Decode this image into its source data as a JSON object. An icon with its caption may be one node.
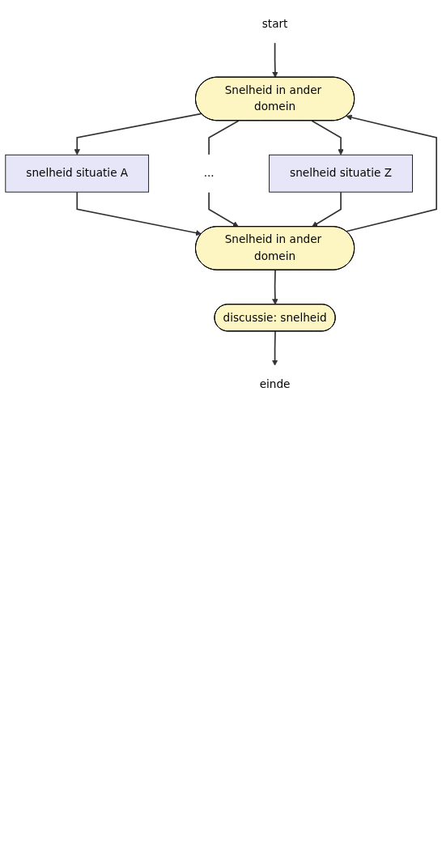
{
  "diagram": {
    "nodes": [
      {
        "text": [
          "start"
        ]
      },
      {
        "text": [
          "Snelheid in ander domein"
        ]
      },
      {
        "text": [
          "snelheid situatie A"
        ]
      },
      {
        "text": [
          "..."
        ]
      },
      {
        "text": [
          "snelheid situatie Z"
        ]
      },
      {
        "text": [
          "Snelheid in ander domein"
        ]
      },
      {
        "text": [
          "discussie: snelheid"
        ]
      },
      {
        "text": [
          "einde"
        ]
      }
    ],
    "edges": [
      {
        "from": 0,
        "to": 1,
        "arrow": "to"
      },
      {
        "from": 1,
        "to": 2,
        "arrow": "to"
      },
      {
        "from": 1,
        "to": 3,
        "arrow": "none"
      },
      {
        "from": 1,
        "to": 4,
        "arrow": "to"
      },
      {
        "from": 2,
        "to": 5,
        "arrow": "to"
      },
      {
        "from": 3,
        "to": 5,
        "arrow": "to"
      },
      {
        "from": 4,
        "to": 5,
        "arrow": "to"
      },
      {
        "from": 5,
        "to": 1,
        "arrow": "to"
      },
      {
        "from": 5,
        "to": 6,
        "arrow": "to"
      },
      {
        "from": 6,
        "to": 7,
        "arrow": "to"
      }
    ]
  }
}
